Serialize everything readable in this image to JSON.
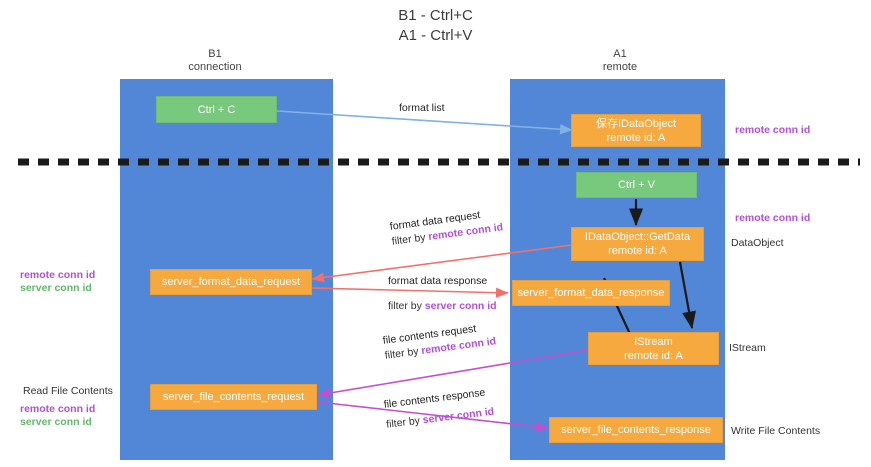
{
  "title": {
    "line1": "B1 - Ctrl+C",
    "line2": "A1 - Ctrl+V"
  },
  "colors": {
    "lane": "#5287d8",
    "node_orange": "#f6a93f",
    "node_green": "#78c87e",
    "purple": "#b14fd8",
    "green_text": "#62b86c",
    "arrow_blue": "#7fb2e5",
    "arrow_red": "#f2706b",
    "arrow_magenta": "#c34fd0",
    "arrow_black": "#1a1a1a",
    "divider": "#1a1a1a",
    "background": "#ffffff"
  },
  "lanes": [
    {
      "id": "b1",
      "title_line1": "B1",
      "title_line2": "connection"
    },
    {
      "id": "a1",
      "title_line1": "A1",
      "title_line2": "remote"
    }
  ],
  "nodes": [
    {
      "id": "ctrl-c",
      "lane": "b1",
      "kind": "green",
      "line1": "Ctrl + C",
      "line2": ""
    },
    {
      "id": "save-idataobject",
      "lane": "a1",
      "kind": "orange",
      "line1": "保存IDataObject",
      "line2": "remote id: A"
    },
    {
      "id": "ctrl-v",
      "lane": "a1",
      "kind": "green",
      "line1": "Ctrl + V",
      "line2": ""
    },
    {
      "id": "idataobject-getdata",
      "lane": "a1",
      "kind": "orange",
      "line1": "IDataObject::GetData",
      "line2": "remote id: A"
    },
    {
      "id": "server-format-data-request",
      "lane": "b1",
      "kind": "orange",
      "line1": "server_format_data_request",
      "line2": ""
    },
    {
      "id": "server-format-data-response",
      "lane": "a1",
      "kind": "orange",
      "line1": "server_format_data_response",
      "line2": ""
    },
    {
      "id": "istream",
      "lane": "a1",
      "kind": "orange",
      "line1": "IStream",
      "line2": "remote id: A"
    },
    {
      "id": "server-file-contents-request",
      "lane": "b1",
      "kind": "orange",
      "line1": "server_file_contents_request",
      "line2": ""
    },
    {
      "id": "server-file-contents-response",
      "lane": "a1",
      "kind": "orange",
      "line1": "server_file_contents_response",
      "line2": ""
    }
  ],
  "edge_labels": [
    {
      "id": "format-list",
      "text": "format list",
      "filter_prefix": "",
      "filter_value": "",
      "filter_color": ""
    },
    {
      "id": "format-data-request",
      "text": "format data request",
      "filter_prefix": "filter by ",
      "filter_value": "remote conn id",
      "filter_color": "purple"
    },
    {
      "id": "format-data-response",
      "text": "format data response",
      "filter_prefix": "filter by ",
      "filter_value": "server conn id",
      "filter_color": "purple"
    },
    {
      "id": "file-contents-request",
      "text": "file contents request",
      "filter_prefix": "filter by ",
      "filter_value": "remote conn id",
      "filter_color": "purple"
    },
    {
      "id": "file-contents-response",
      "text": "file contents response",
      "filter_prefix": "filter by ",
      "filter_value": "server conn id",
      "filter_color": "purple"
    }
  ],
  "right_labels": [
    {
      "id": "remote-conn-id-top",
      "text": "remote conn id",
      "color": "purple"
    },
    {
      "id": "remote-conn-id-mid",
      "text": "remote conn id",
      "color": "purple"
    },
    {
      "id": "dataobject",
      "text": "DataObject",
      "color": "dark"
    },
    {
      "id": "istream-label",
      "text": "IStream",
      "color": "dark"
    },
    {
      "id": "write-file-contents",
      "text": "Write File Contents",
      "color": "dark"
    }
  ],
  "left_labels": [
    {
      "id": "left-remote-conn-id-1",
      "text": "remote conn id",
      "color": "purple"
    },
    {
      "id": "left-server-conn-id-1",
      "text": "server conn id",
      "color": "green"
    },
    {
      "id": "read-file-contents",
      "text": "Read File Contents",
      "color": "dark"
    },
    {
      "id": "left-remote-conn-id-2",
      "text": "remote conn id",
      "color": "purple"
    },
    {
      "id": "left-server-conn-id-2",
      "text": "server conn id",
      "color": "green"
    }
  ]
}
